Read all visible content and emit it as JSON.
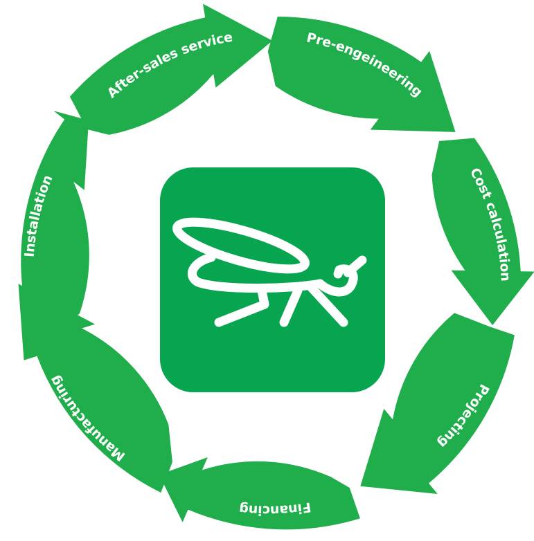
{
  "colors": {
    "arrow_green": "#1fae4b",
    "icon_green": "#07a550",
    "text_white": "#ffffff"
  },
  "center_icon": "grasshopper-icon",
  "cycle": [
    {
      "id": "pre-engineering",
      "label": "Pre-engeineering"
    },
    {
      "id": "cost-calculation",
      "label": "Cost calculation"
    },
    {
      "id": "projecting",
      "label": "Projecting"
    },
    {
      "id": "financing",
      "label": "Financing"
    },
    {
      "id": "manufacturing",
      "label": "Manufacturing"
    },
    {
      "id": "installation",
      "label": "Installation"
    },
    {
      "id": "after-sales-service",
      "label": "After-sales service"
    }
  ]
}
